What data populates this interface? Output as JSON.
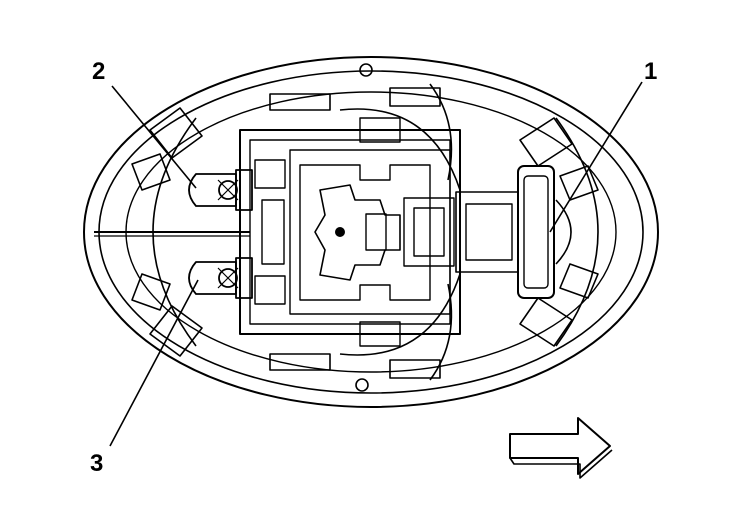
{
  "callouts": [
    {
      "id": "1",
      "label": "1"
    },
    {
      "id": "2",
      "label": "2"
    },
    {
      "id": "3",
      "label": "3"
    }
  ],
  "colors": {
    "line": "#000000",
    "background": "#ffffff"
  },
  "icons": {
    "direction": "arrow-right-icon"
  }
}
